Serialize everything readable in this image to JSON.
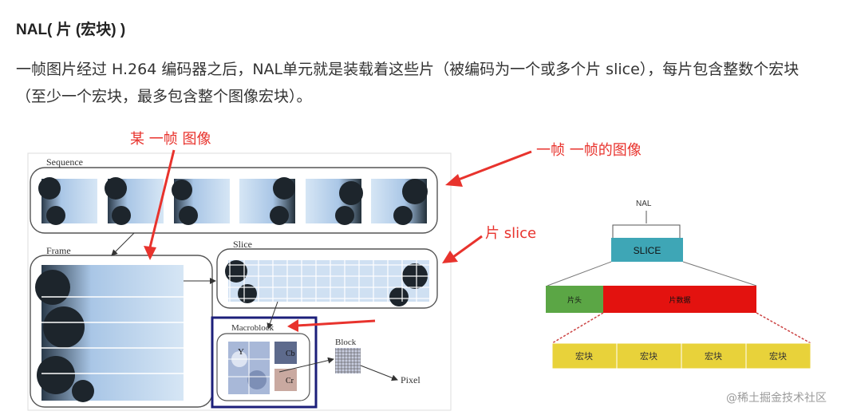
{
  "heading": "NAL( 片 (宏块) )",
  "paragraph": "一帧图片经过 H.264 编码器之后，NAL单元就是装载着这些片（被编码为一个或多个片 slice），每片包含整数个宏块（至少一个宏块，最多包含整个图像宏块）。",
  "figure": {
    "annotations": {
      "a_frame": "某 一帧 图像",
      "frames": "一帧 一帧的图像",
      "slice": "片 slice"
    },
    "left_labels": {
      "sequence": "Sequence",
      "frame": "Frame",
      "slice": "Slice",
      "macroblock": "Macroblock",
      "block": "Block",
      "pixel": "Pixel"
    },
    "macroblock_letters": [
      "Y",
      "Cb",
      "Cr"
    ],
    "nal": {
      "top": "NAL",
      "slice": "SLICE",
      "header": "片头",
      "data": "片数据",
      "macroblocks": [
        "宏块",
        "宏块",
        "宏块",
        "宏块"
      ]
    },
    "colors": {
      "red": "#e8332d",
      "teal": "#3ea6b6",
      "green": "#5ba645",
      "yellow": "#e8d23a",
      "navy": "#1c1f7a",
      "sky": "#b9d4ee"
    }
  },
  "watermark": "@稀土掘金技术社区"
}
